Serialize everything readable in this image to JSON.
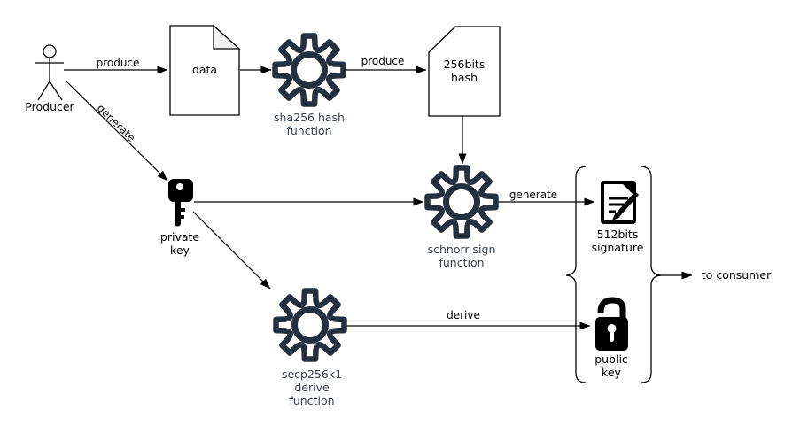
{
  "diagram": {
    "background": "#ffffff",
    "colors": {
      "line": "#000000",
      "node_stroke": "#000000",
      "node_fill": "#ffffff",
      "gear_icon": "#24303e",
      "gear_label_text": "#35414f",
      "doc_fold_fill": "#f2f2f2",
      "solid_icon": "#000000"
    },
    "actor": {
      "label": "Producer"
    },
    "nodes": {
      "data_document": {
        "label": "data"
      },
      "sha256_function": {
        "lines": [
          "sha256 hash",
          "function"
        ]
      },
      "hash_card": {
        "lines": [
          "256bits",
          "hash"
        ]
      },
      "private_key": {
        "lines": [
          "private",
          "key"
        ]
      },
      "schnorr_function": {
        "lines": [
          "schnorr sign",
          "function"
        ]
      },
      "secp_function": {
        "lines": [
          "secp256k1",
          "derive",
          "function"
        ]
      },
      "signature": {
        "lines": [
          "512bits",
          "signature"
        ]
      },
      "public_key": {
        "lines": [
          "public",
          "key"
        ]
      }
    },
    "edges": {
      "producer_to_data": {
        "label": "produce"
      },
      "sha256_to_hash": {
        "label": "produce"
      },
      "producer_to_key": {
        "label": "generate"
      },
      "schnorr_to_signature": {
        "label": "generate"
      },
      "secp_to_public": {
        "label": "derive"
      },
      "output": {
        "label": "to consumer"
      }
    }
  }
}
